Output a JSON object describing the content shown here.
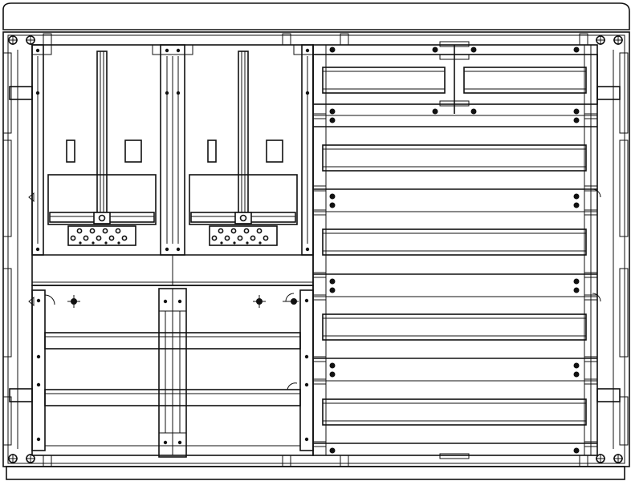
{
  "diagram": {
    "subject": "",
    "stroke_color": "#111111",
    "background_color": "#ffffff",
    "left_meter_compartments": 2,
    "right_din_rail_rows": 5,
    "right_top_row_split_rails": 2,
    "lower_left_rails": 2
  }
}
